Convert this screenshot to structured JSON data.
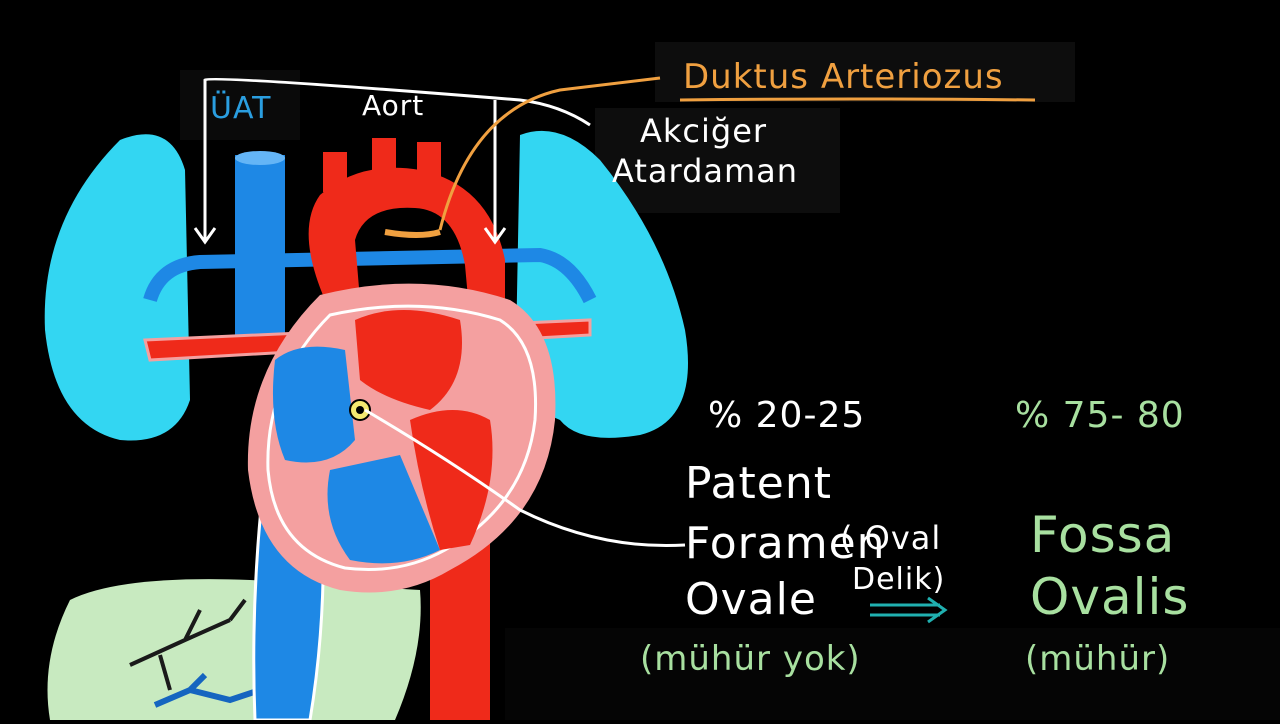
{
  "labels": {
    "uat": "ÜAT",
    "aort": "Aort",
    "duktus": "Duktus Arteriozus",
    "akciger_1": "Akciğer",
    "akciger_2": "Atardaman",
    "pct_left": "% 20-25",
    "pct_right": "% 75- 80",
    "patent": "Patent",
    "foramen": "Foramen",
    "ovale": "Ovale",
    "oval_1": "( Oval",
    "oval_2": "Delik)",
    "fossa": "Fossa",
    "ovalis": "Ovalis",
    "muhur_yok": "(mühür yok)",
    "muhur": "(mühür)"
  },
  "colors": {
    "lung": "#33d6f2",
    "vein_blue": "#1e88e5",
    "artery_red": "#ef2a1a",
    "heart_pink": "#f4a0a0",
    "liver_green": "#c8eac0",
    "duktus_orange": "#f0a040",
    "green_text": "#a8e0a0",
    "teal_arrow": "#20b0b0",
    "uat_blue": "#2a9ee0",
    "white": "#ffffff"
  }
}
